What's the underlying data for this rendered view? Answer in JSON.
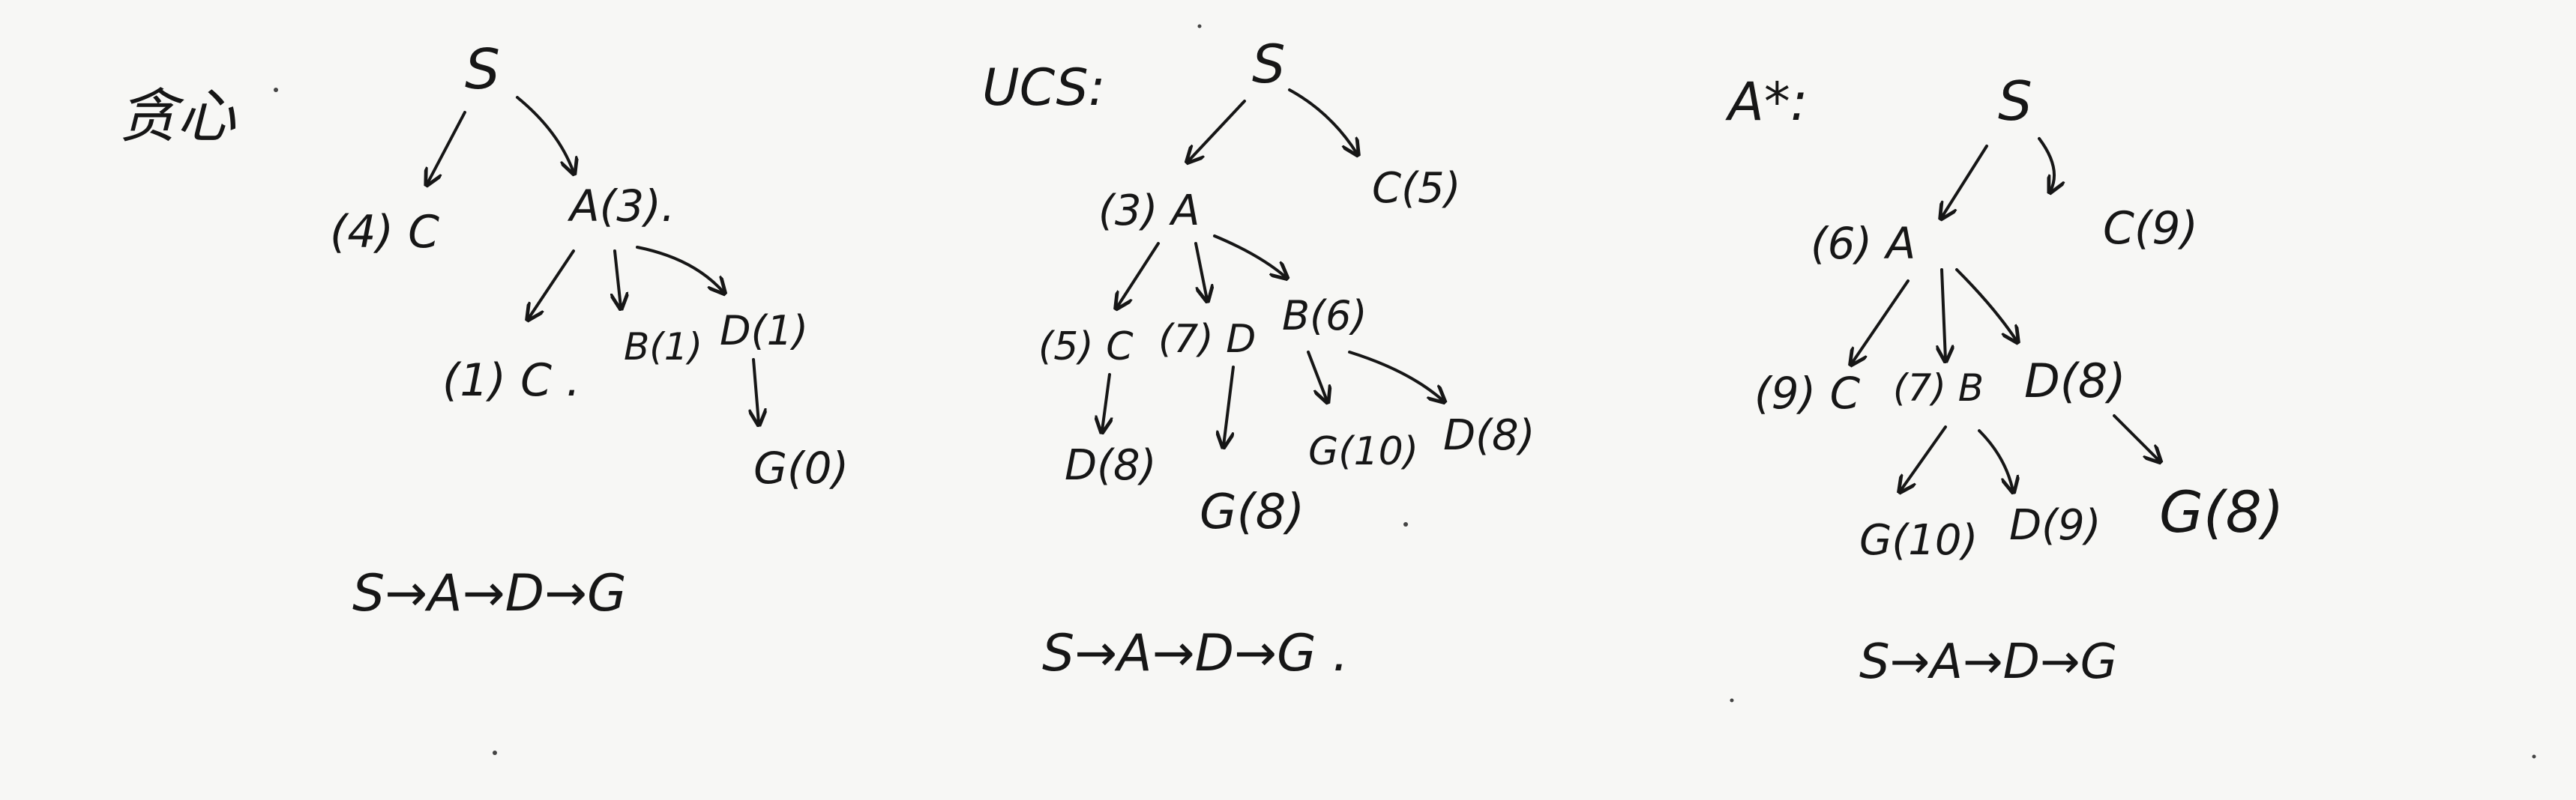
{
  "panels": [
    {
      "title": "贪心",
      "nodes": {
        "s": "S",
        "c_top": "(4) C",
        "a": "A(3).",
        "c_child": "(1) C .",
        "b_child": "B(1)",
        "d_child": "D(1)",
        "g": "G(0)"
      },
      "path": "S→A→D→G"
    },
    {
      "title": "UCS:",
      "nodes": {
        "s": "S",
        "a": "(3) A",
        "c_top": "C(5)",
        "c_child": "(5) C",
        "d_child": "(7) D",
        "b_child": "B(6)",
        "d_under_c": "D(8)",
        "g_under_d": "G(8)",
        "g_under_b": "G(10)",
        "d_under_b": "D(8)"
      },
      "path": "S→A→D→G ."
    },
    {
      "title": "A*:",
      "nodes": {
        "s": "S",
        "a": "(6) A",
        "c_top": "C(9)",
        "c_child": "(9) C",
        "b_child": "(7) B",
        "d_child": "D(8)",
        "g_under_b": "G(10)",
        "d_under_b": "D(9)",
        "g_under_d": "G(8)"
      },
      "path": "S→A→D→G"
    }
  ]
}
